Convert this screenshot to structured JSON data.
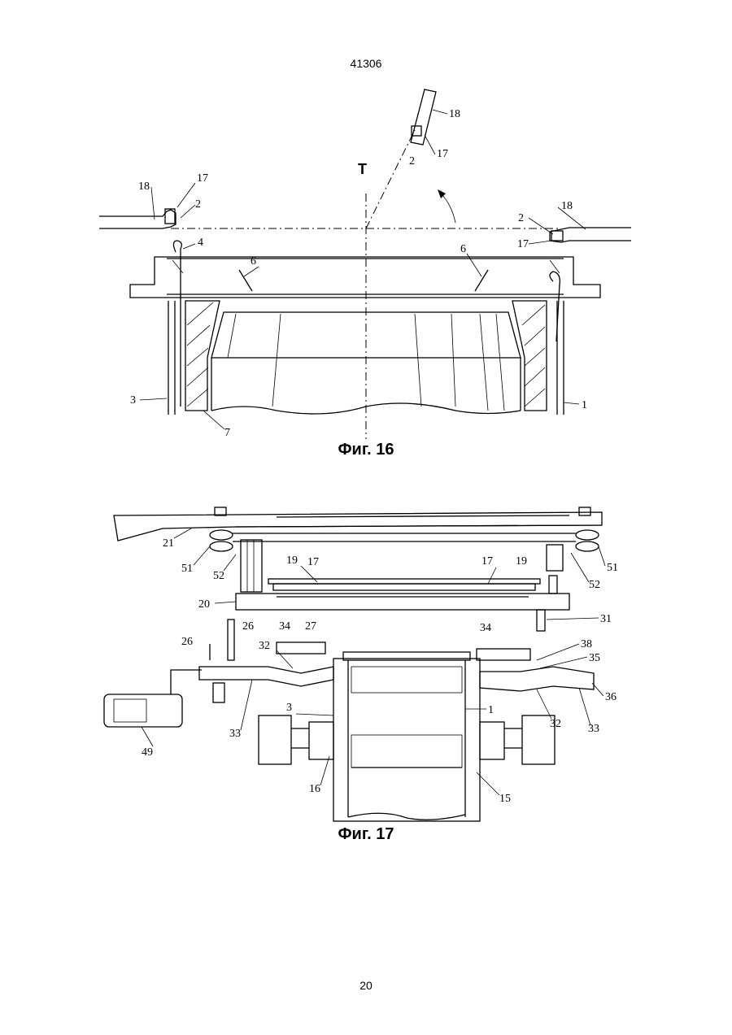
{
  "header": {
    "document_number": "41306"
  },
  "footer": {
    "page_number": "20"
  },
  "figures": [
    {
      "caption": "Фиг. 16",
      "axis_label": "T",
      "labels": [
        "18",
        "17",
        "2",
        "4",
        "6",
        "6",
        "18",
        "17",
        "2",
        "18",
        "2",
        "17",
        "3",
        "7",
        "1"
      ]
    },
    {
      "caption": "Фиг. 17",
      "labels": [
        "21",
        "51",
        "52",
        "19",
        "17",
        "17",
        "19",
        "52",
        "51",
        "20",
        "31",
        "26",
        "26",
        "34",
        "27",
        "34",
        "38",
        "35",
        "32",
        "33",
        "3",
        "1",
        "32",
        "33",
        "36",
        "49",
        "16",
        "15"
      ]
    }
  ]
}
